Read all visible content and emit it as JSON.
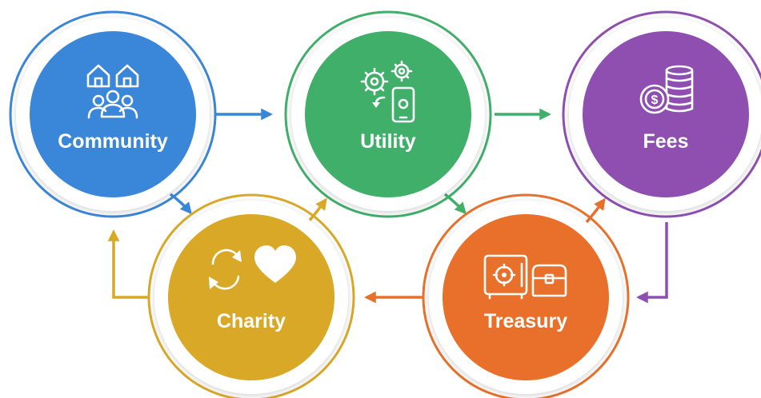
{
  "nodes": {
    "community": {
      "label": "Community",
      "icon": "houses-and-people-icon",
      "color": "#3A86D8"
    },
    "utility": {
      "label": "Utility",
      "icon": "gears-and-phone-icon",
      "color": "#3FAF6A"
    },
    "fees": {
      "label": "Fees",
      "icon": "coin-stack-icon",
      "color": "#8E4FB0"
    },
    "charity": {
      "label": "Charity",
      "icon": "recycle-and-heart-icon",
      "color": "#D9A827"
    },
    "treasury": {
      "label": "Treasury",
      "icon": "safe-and-chest-icon",
      "color": "#E8702A"
    }
  }
}
